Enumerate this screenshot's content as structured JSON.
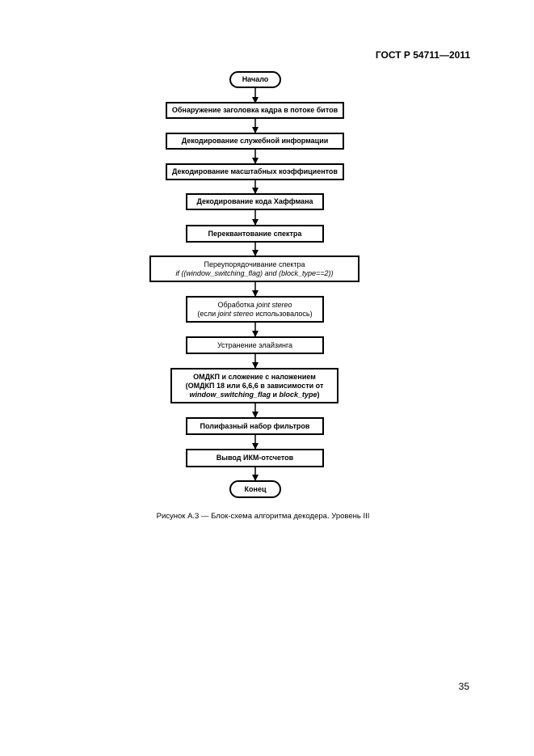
{
  "document": {
    "standard": "ГОСТ Р 54711—2011",
    "page_number": "35",
    "caption": "Рисунок А.3 — Блок-схема алгоритма декодера. Уровень III"
  },
  "flowchart": {
    "start": "Начало",
    "steps": {
      "s1": "Обнаружение заголовка кадра в потоке битов",
      "s2": "Декодирование служебной информации",
      "s3": "Декодирование масштабных коэффициентов",
      "s4": "Декодирование кода Хаффмана",
      "s5": "Переквантование спектра",
      "s6_line1": "Переупорядочивание спектра",
      "s6_line2": "if ((window_switching_flag) and (block_type==2))",
      "s7_line1a": "Обработка ",
      "s7_line1b": "joint stereo",
      "s7_line2a": "(если ",
      "s7_line2b": "joint stereo",
      "s7_line2c": " использовалось)",
      "s8": "Устранение элайзинга",
      "s9_line1": "ОМДКП и сложение с наложением",
      "s9_line2": "(ОМДКП 18 или 6,6,6 в зависимости от",
      "s9_line3a": "window_switching_flag",
      "s9_line3b": " и ",
      "s9_line3c": "block_type",
      "s9_line3d": ")",
      "s10": "Полифазный набор фильтров",
      "s11": "Вывод ИКМ-отсчетов"
    },
    "end": "Конец"
  }
}
